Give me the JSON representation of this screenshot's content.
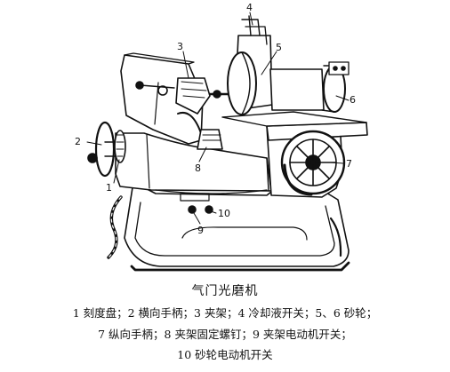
{
  "figure": {
    "callouts": [
      "1",
      "2",
      "3",
      "4",
      "5",
      "6",
      "7",
      "8",
      "9",
      "10"
    ]
  },
  "caption": {
    "title": "气门光磨机",
    "legend_line1": "1  刻度盘；2  横向手柄；3  夹架；4  冷却液开关；5、6  砂轮；",
    "legend_line2": "7  纵向手柄；8  夹架固定螺钉；9  夹架电动机开关；",
    "legend_line3": "10  砂轮电动机开关"
  }
}
